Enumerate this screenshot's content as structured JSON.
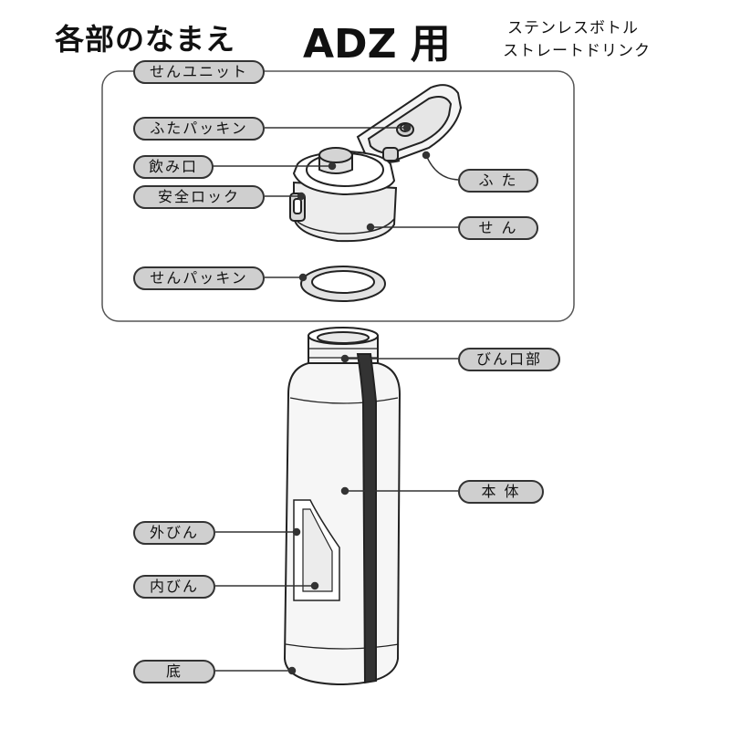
{
  "header": {
    "title": "各部のなまえ",
    "model": "ADZ 用",
    "subtitle_line1": "ステンレスボトル",
    "subtitle_line2": "ストレートドリンク"
  },
  "labels": {
    "sen_unit": "せんユニット",
    "futa_packing": "ふたパッキン",
    "nomiguchi": "飲み口",
    "anzen_lock": "安全ロック",
    "futa": "ふ た",
    "sen": "せ ん",
    "sen_packing": "せんパッキン",
    "bin_kuchibu": "びん口部",
    "hontai": "本 体",
    "soto_bin": "外びん",
    "uchi_bin": "内びん",
    "soko": "底"
  }
}
